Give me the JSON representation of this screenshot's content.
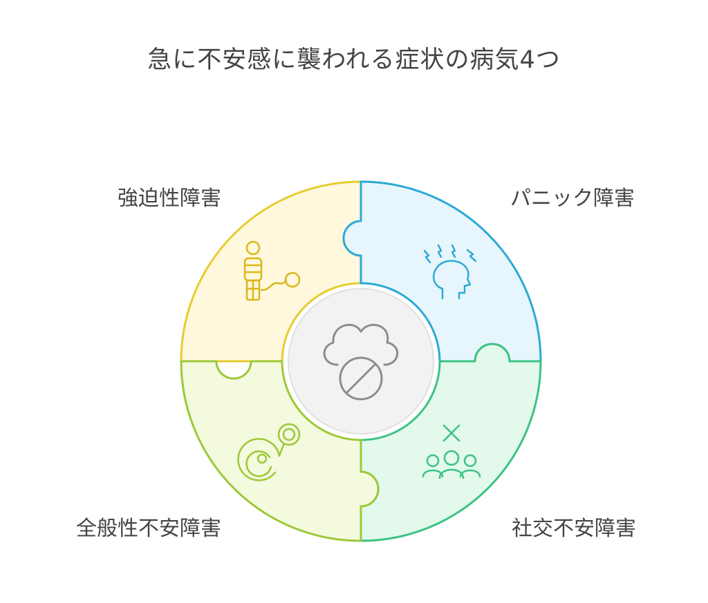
{
  "title": "急に不安感に襲われる症状の病気4つ",
  "segments": [
    {
      "id": "tl",
      "label": "強迫性障害",
      "icon": "person-ball-chain-icon",
      "fill": "#FFF8DD",
      "stroke": "#E6CC2E"
    },
    {
      "id": "tr",
      "label": "パニック障害",
      "icon": "head-stress-icon",
      "fill": "#E7F6FC",
      "stroke": "#2AA9D6"
    },
    {
      "id": "bl",
      "label": "全般性不安障害",
      "icon": "worry-spiral-icon",
      "fill": "#F3FADD",
      "stroke": "#9CC837"
    },
    {
      "id": "br",
      "label": "社交不安障害",
      "icon": "people-group-x-icon",
      "fill": "#E2F9EC",
      "stroke": "#3DC282"
    }
  ],
  "center": {
    "icon": "cloud-pill-icon",
    "fill": "#F2F2F2",
    "stroke": "#8C8C8C"
  }
}
